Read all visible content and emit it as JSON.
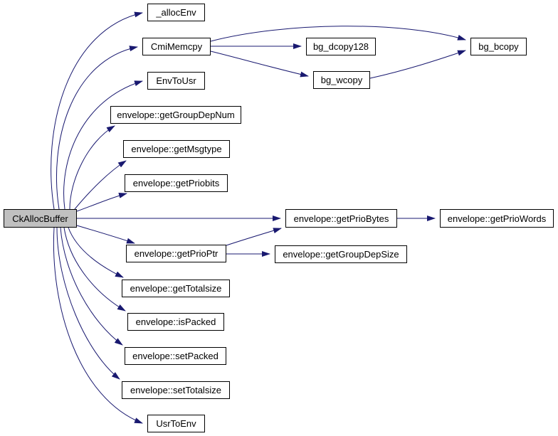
{
  "diagram": {
    "type": "call-graph",
    "root": "CkAllocBuffer",
    "colors": {
      "edge": "#191970",
      "node_fill": "#ffffff",
      "node_border": "#000000",
      "root_fill": "#c0c0c0",
      "text": "#000000"
    },
    "nodes": [
      {
        "id": "CkAllocBuffer",
        "label": "CkAllocBuffer"
      },
      {
        "id": "_allocEnv",
        "label": "_allocEnv"
      },
      {
        "id": "CmiMemcpy",
        "label": "CmiMemcpy"
      },
      {
        "id": "bg_dcopy128",
        "label": "bg_dcopy128"
      },
      {
        "id": "bg_bcopy",
        "label": "bg_bcopy"
      },
      {
        "id": "bg_wcopy",
        "label": "bg_wcopy"
      },
      {
        "id": "EnvToUsr",
        "label": "EnvToUsr"
      },
      {
        "id": "envelope_getGroupDepNum",
        "label": "envelope::getGroupDepNum"
      },
      {
        "id": "envelope_getMsgtype",
        "label": "envelope::getMsgtype"
      },
      {
        "id": "envelope_getPriobits",
        "label": "envelope::getPriobits"
      },
      {
        "id": "envelope_getPrioBytes",
        "label": "envelope::getPrioBytes"
      },
      {
        "id": "envelope_getPrioWords",
        "label": "envelope::getPrioWords"
      },
      {
        "id": "envelope_getPrioPtr",
        "label": "envelope::getPrioPtr"
      },
      {
        "id": "envelope_getGroupDepSize",
        "label": "envelope::getGroupDepSize"
      },
      {
        "id": "envelope_getTotalsize",
        "label": "envelope::getTotalsize"
      },
      {
        "id": "envelope_isPacked",
        "label": "envelope::isPacked"
      },
      {
        "id": "envelope_setPacked",
        "label": "envelope::setPacked"
      },
      {
        "id": "envelope_setTotalsize",
        "label": "envelope::setTotalsize"
      },
      {
        "id": "UsrToEnv",
        "label": "UsrToEnv"
      }
    ],
    "edges": [
      {
        "from": "CkAllocBuffer",
        "to": "_allocEnv"
      },
      {
        "from": "CkAllocBuffer",
        "to": "CmiMemcpy"
      },
      {
        "from": "CkAllocBuffer",
        "to": "EnvToUsr"
      },
      {
        "from": "CkAllocBuffer",
        "to": "envelope::getGroupDepNum"
      },
      {
        "from": "CkAllocBuffer",
        "to": "envelope::getMsgtype"
      },
      {
        "from": "CkAllocBuffer",
        "to": "envelope::getPriobits"
      },
      {
        "from": "CkAllocBuffer",
        "to": "envelope::getPrioBytes"
      },
      {
        "from": "CkAllocBuffer",
        "to": "envelope::getPrioPtr"
      },
      {
        "from": "CkAllocBuffer",
        "to": "envelope::getTotalsize"
      },
      {
        "from": "CkAllocBuffer",
        "to": "envelope::isPacked"
      },
      {
        "from": "CkAllocBuffer",
        "to": "envelope::setPacked"
      },
      {
        "from": "CkAllocBuffer",
        "to": "envelope::setTotalsize"
      },
      {
        "from": "CkAllocBuffer",
        "to": "UsrToEnv"
      },
      {
        "from": "CmiMemcpy",
        "to": "bg_dcopy128"
      },
      {
        "from": "CmiMemcpy",
        "to": "bg_wcopy"
      },
      {
        "from": "CmiMemcpy",
        "to": "bg_bcopy"
      },
      {
        "from": "bg_wcopy",
        "to": "bg_bcopy"
      },
      {
        "from": "envelope::getPrioBytes",
        "to": "envelope::getPrioWords"
      },
      {
        "from": "envelope::getPrioPtr",
        "to": "envelope::getPrioBytes"
      },
      {
        "from": "envelope::getPrioPtr",
        "to": "envelope::getGroupDepSize"
      }
    ]
  }
}
